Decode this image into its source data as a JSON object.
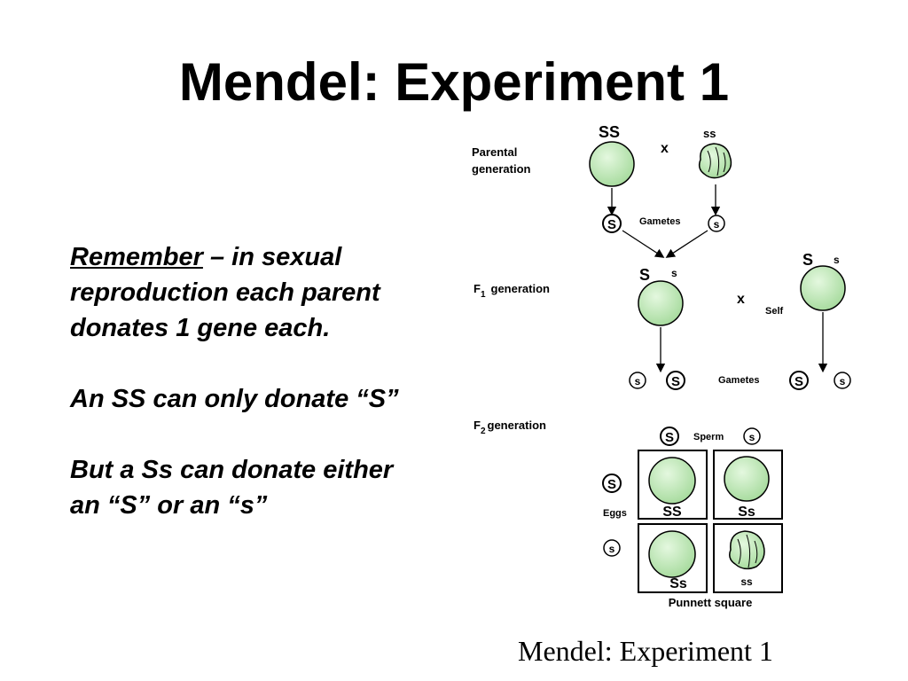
{
  "slide": {
    "title": "Mendel: Experiment 1",
    "body": {
      "remember_word": "Remember",
      "remember_rest": " – in sexual reproduction each parent donates 1 gene each.",
      "para2": "An SS can only donate “S”",
      "para3": "But a Ss can donate either an “S” or an “s”"
    },
    "caption": "Mendel: Experiment 1"
  },
  "diagram": {
    "parental_label_1": "Parental",
    "parental_label_2": "generation",
    "parent1_genotype": "SS",
    "parent2_genotype": "ss",
    "cross_symbol": "x",
    "gametes_label": "Gametes",
    "gamete_S": "S",
    "gamete_s": "s",
    "f1_label_prefix": "F",
    "f1_label_sub": "1",
    "f1_label_suffix": "generation",
    "f1_allele_big": "S",
    "f1_allele_small": "s",
    "self_label": "Self",
    "f2_label_prefix": "F",
    "f2_label_sub": "2",
    "f2_label_suffix": "generation",
    "sperm_label": "Sperm",
    "eggs_label": "Eggs",
    "punnett_cells": [
      "SS",
      "Ss",
      "Ss",
      "ss"
    ],
    "punnett_label": "Punnett square",
    "colors": {
      "pea_fill": "#c8eec0",
      "pea_stroke": "#000000"
    }
  }
}
